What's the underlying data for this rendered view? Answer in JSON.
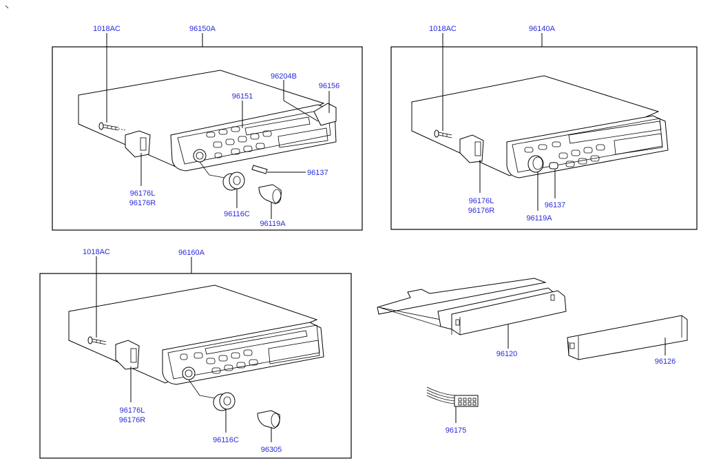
{
  "colors": {
    "label": "#2a2ad8",
    "line": "#000000",
    "background": "#ffffff"
  },
  "panel1": {
    "assembly": "96150A",
    "parts": {
      "screw": "1018AC",
      "face_cover": "96204B",
      "knob_cap": "96156",
      "faceplate": "96151",
      "button": "96137",
      "bracket_l": "96176L",
      "bracket_r": "96176R",
      "knob_c": "96116C",
      "knob_a": "96119A"
    }
  },
  "panel2": {
    "assembly": "96140A",
    "parts": {
      "screw": "1018AC",
      "bracket_l": "96176L",
      "bracket_r": "96176R",
      "knob_a": "96119A",
      "button": "96137"
    }
  },
  "panel3": {
    "assembly": "96160A",
    "parts": {
      "screw": "1018AC",
      "bracket_l": "96176L",
      "bracket_r": "96176R",
      "knob_c": "96116C",
      "knob_b": "96305"
    }
  },
  "loose_parts": {
    "mount_bracket": "96120",
    "sleeve": "96126",
    "connector": "96175"
  }
}
